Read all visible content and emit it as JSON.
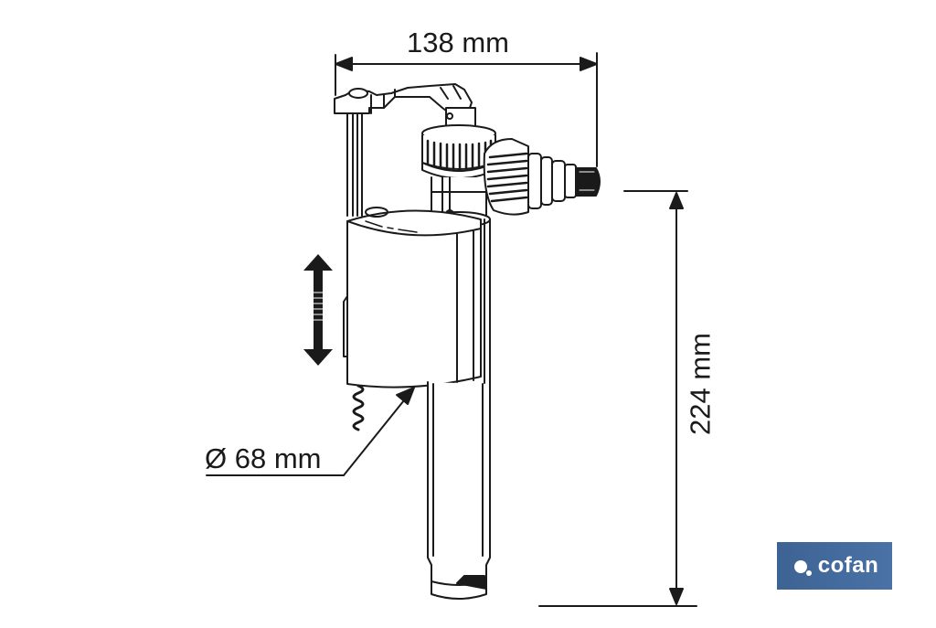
{
  "figure": {
    "subject": "Lateral fill valve (float valve) technical drawing",
    "colors": {
      "line": "#1a1a1a",
      "background": "#ffffff",
      "brand_bg": "#44699c",
      "brand_text": "#ffffff"
    }
  },
  "dimensions": {
    "width_label": "138 mm",
    "height_label": "224 mm",
    "diameter_label": "Ø 68 mm"
  },
  "annotations": {
    "adjustment_arrow": "double-headed vertical arrow indicating float height adjustment"
  },
  "brand": {
    "name": "cofan"
  }
}
